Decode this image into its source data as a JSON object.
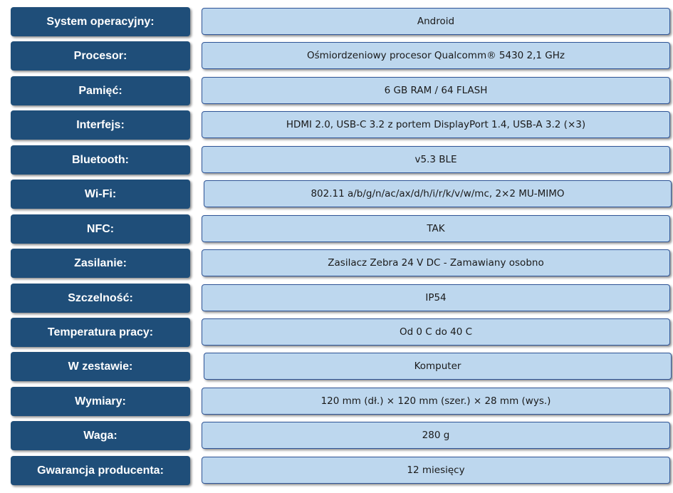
{
  "specs": [
    {
      "label": "System operacyjny:",
      "value": "Android"
    },
    {
      "label": "Procesor:",
      "value": "Ośmiordzeniowy  procesor Qualcomm® 5430 2,1 GHz"
    },
    {
      "label": "Pamięć:",
      "value": "6 GB RAM / 64 FLASH"
    },
    {
      "label": "Interfejs:",
      "value": "HDMI 2.0, USB-C 3.2 z portem DisplayPort 1.4, USB-A 3.2 (×3)"
    },
    {
      "label": "Bluetooth:",
      "value": "v5.3 BLE"
    },
    {
      "label": "Wi-Fi:",
      "value": "802.11 a/b/g/n/ac/ax/d/h/i/r/k/v/w/mc,  2×2 MU-MIMO"
    },
    {
      "label": "NFC:",
      "value": "TAK"
    },
    {
      "label": "Zasilanie:",
      "value": "Zasilacz Zebra 24 V DC - Zamawiany osobno"
    },
    {
      "label": "Szczelność:",
      "value": "IP54"
    },
    {
      "label": "Temperatura pracy:",
      "value": "Od 0 C do 40 C"
    },
    {
      "label": "W zestawie:",
      "value": "Komputer"
    },
    {
      "label": "Wymiary:",
      "value": "120 mm (dł.) × 120 mm (szer.) × 28 mm (wys.)"
    },
    {
      "label": "Waga:",
      "value": "280 g"
    },
    {
      "label": "Gwarancja producenta:",
      "value": "12 miesięcy"
    }
  ]
}
